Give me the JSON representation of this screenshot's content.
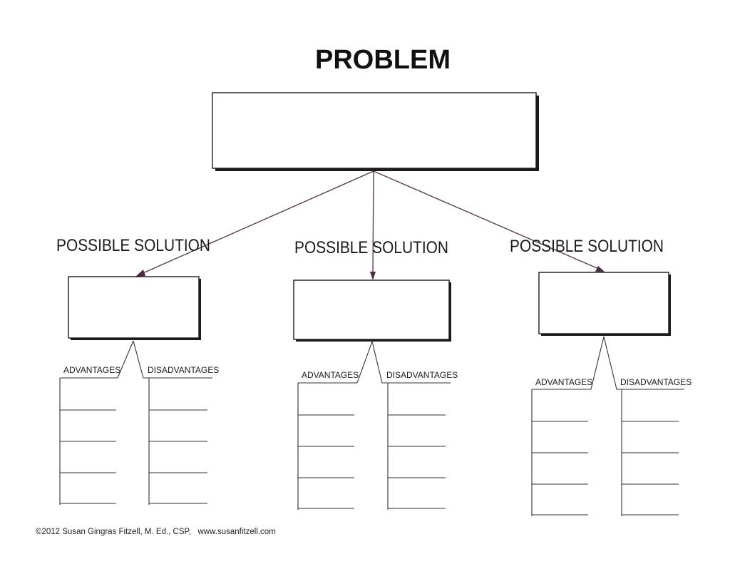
{
  "title": "PROBLEM",
  "solutions": [
    {
      "label": "POSSIBLE SOLUTION",
      "advantages": "ADVANTAGES",
      "disadvantages": "DISADVANTAGES"
    },
    {
      "label": "POSSIBLE SOLUTION",
      "advantages": "ADVANTAGES",
      "disadvantages": "DISADVANTAGES"
    },
    {
      "label": "POSSIBLE SOLUTION",
      "advantages": "ADVANTAGES",
      "disadvantages": "DISADVANTAGES"
    }
  ],
  "footer": "©2012 Susan Gingras Fitzell, M. Ed., CSP,   www.susanfitzell.com"
}
